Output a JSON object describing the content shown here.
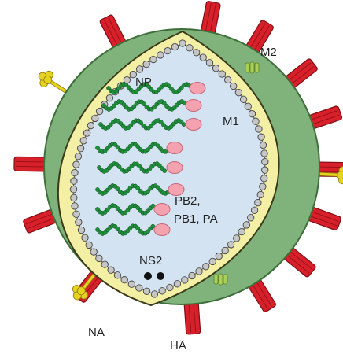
{
  "labels": {
    "np": "NP",
    "m2": "M2",
    "m1": "M1",
    "pb2": "PB2,",
    "pb1_pa": "PB1, PA",
    "ns2": "NS2",
    "na": "NA",
    "ha": "HA"
  },
  "colors": {
    "envelope": "#7fb37b",
    "envelope_stroke": "#3e6e3a",
    "core": "#d3e3f2",
    "membrane_line": "#f3efa4",
    "m1_bead": "#c6c6c6",
    "ha_spike": "#d8202b",
    "na_spike": "#e6d21f",
    "m2_channel": "#a9cf59",
    "np_strand": "#1f8f3c",
    "polymerase": "#f4a2b0",
    "ns2_dot": "#111111"
  },
  "icons": {
    "ha": "hemagglutinin-spike-icon",
    "na": "neuraminidase-spike-icon",
    "m2": "m2-ion-channel-icon",
    "polymerase": "polymerase-complex-icon"
  }
}
